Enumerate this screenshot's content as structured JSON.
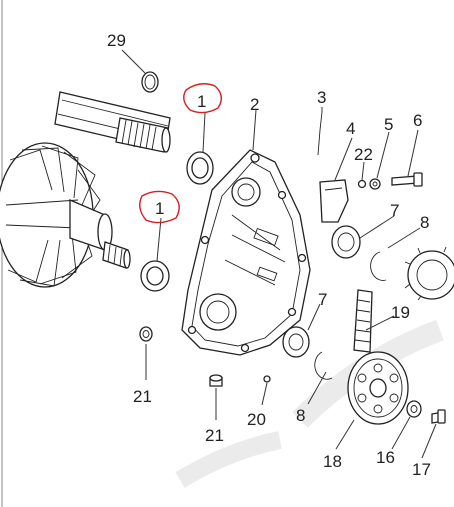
{
  "diagram": {
    "callouts": [
      {
        "id": "c29",
        "text": "29"
      },
      {
        "id": "c1a",
        "text": "1"
      },
      {
        "id": "c2",
        "text": "2"
      },
      {
        "id": "c3",
        "text": "3"
      },
      {
        "id": "c4",
        "text": "4"
      },
      {
        "id": "c22",
        "text": "22"
      },
      {
        "id": "c5",
        "text": "5"
      },
      {
        "id": "c6",
        "text": "6"
      },
      {
        "id": "c1b",
        "text": "1"
      },
      {
        "id": "c7a",
        "text": "7"
      },
      {
        "id": "c8a",
        "text": "8"
      },
      {
        "id": "c7b",
        "text": "7"
      },
      {
        "id": "c19",
        "text": "19"
      },
      {
        "id": "c21a",
        "text": "21"
      },
      {
        "id": "c21b",
        "text": "21"
      },
      {
        "id": "c20",
        "text": "20"
      },
      {
        "id": "c8b",
        "text": "8"
      },
      {
        "id": "c18",
        "text": "18"
      },
      {
        "id": "c16",
        "text": "16"
      },
      {
        "id": "c17",
        "text": "17"
      }
    ],
    "highlight_color": "#d42020",
    "line_color": "#222222"
  }
}
